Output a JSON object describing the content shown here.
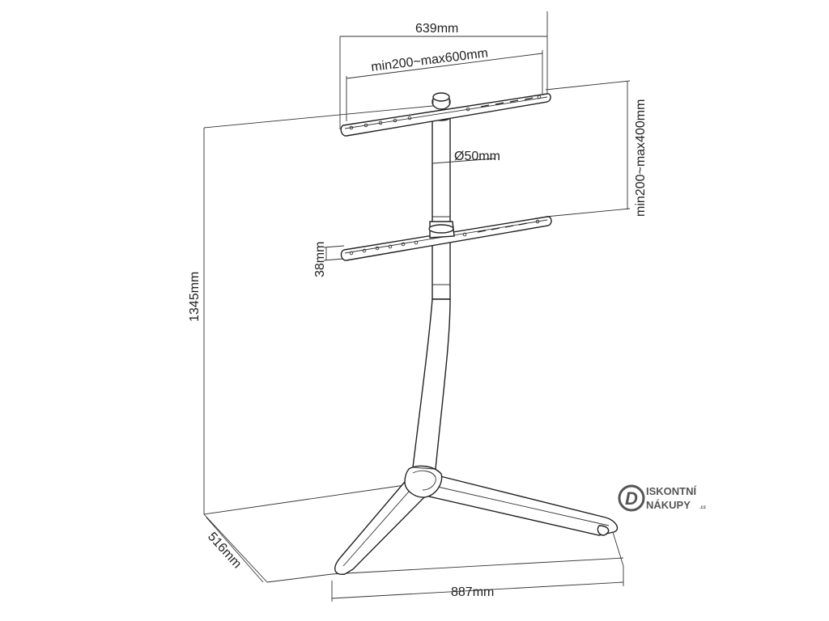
{
  "dimensions": {
    "bracket_width": "639mm",
    "vesa_horizontal": "min200~max600mm",
    "vesa_vertical": "min200~max400mm",
    "pole_diameter": "Ø50mm",
    "arm_height": "38mm",
    "total_height": "1345mm",
    "base_depth": "516mm",
    "base_width": "887mm"
  },
  "logo": {
    "line1": "ISKONTNÍ",
    "line2": "NÁKUPY",
    "suffix": ".cz",
    "initial": "D"
  },
  "colors": {
    "line": "#222222",
    "logo": "#555555"
  }
}
